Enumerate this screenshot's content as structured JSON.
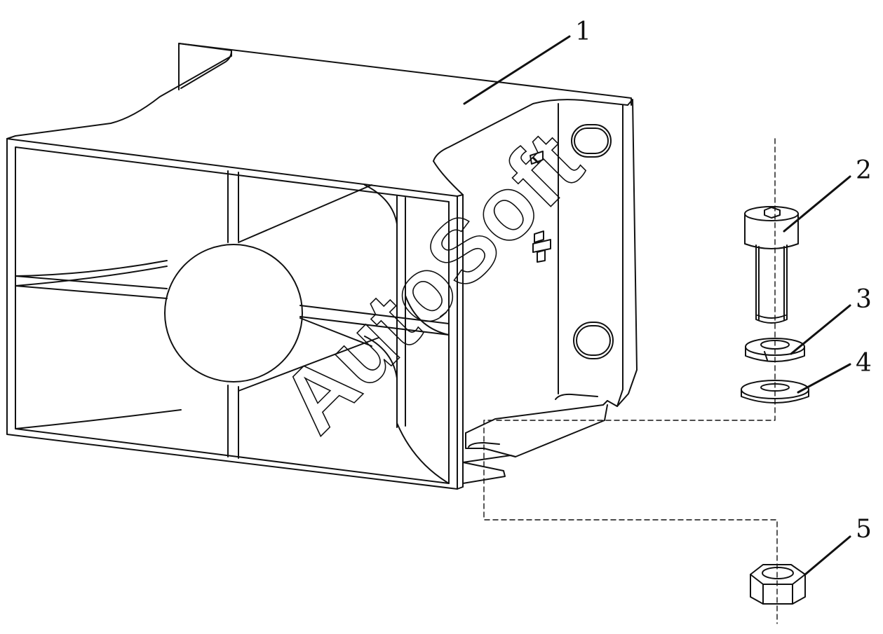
{
  "diagram": {
    "callouts": [
      {
        "id": "1",
        "label": "1"
      },
      {
        "id": "2",
        "label": "2"
      },
      {
        "id": "3",
        "label": "3"
      },
      {
        "id": "4",
        "label": "4"
      },
      {
        "id": "5",
        "label": "5"
      }
    ]
  },
  "watermark": {
    "text": "AutoSoft"
  },
  "colors": {
    "line": "#111111",
    "background": "#ffffff"
  }
}
